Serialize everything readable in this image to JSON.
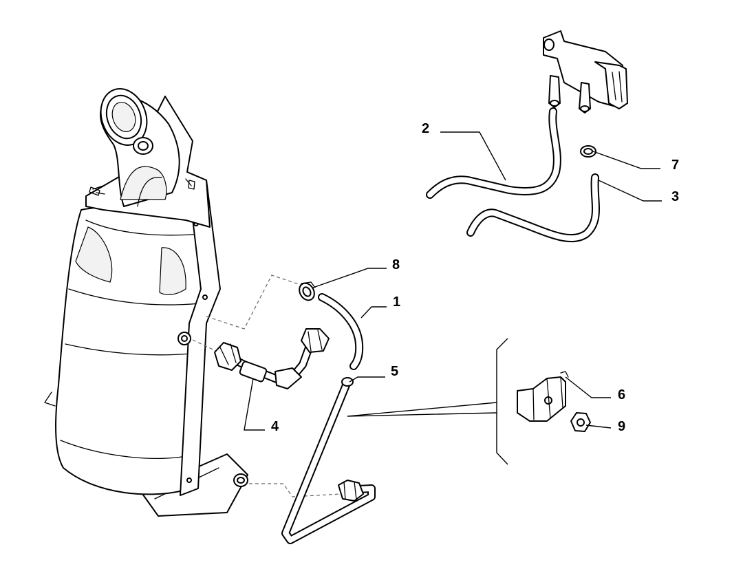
{
  "callouts": [
    {
      "id": "label-1",
      "text": "1"
    },
    {
      "id": "label-2",
      "text": "2"
    },
    {
      "id": "label-3",
      "text": "3"
    },
    {
      "id": "label-4",
      "text": "4"
    },
    {
      "id": "label-5",
      "text": "5"
    },
    {
      "id": "label-6",
      "text": "6"
    },
    {
      "id": "label-7",
      "text": "7"
    },
    {
      "id": "label-8",
      "text": "8"
    },
    {
      "id": "label-9",
      "text": "9"
    }
  ]
}
